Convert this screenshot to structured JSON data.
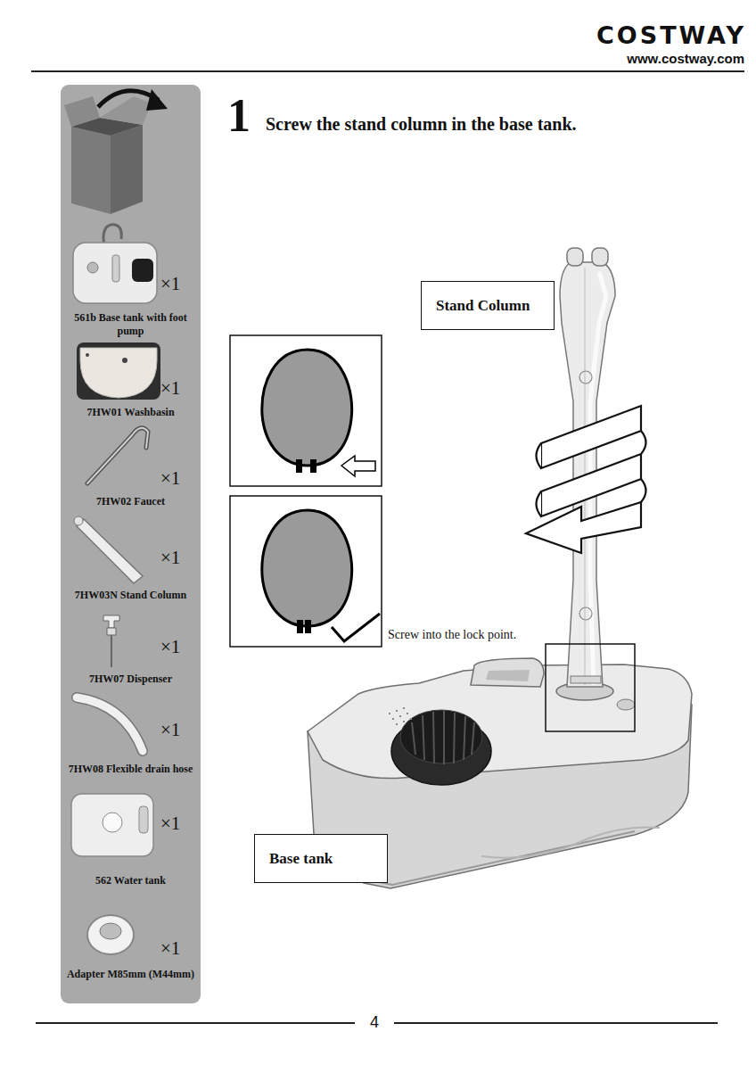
{
  "diagram": {
    "title": "Screw the stand column in the base tank.",
    "nodes": [
      {
        "text": [
          "×1",
          "561b Base tank with foot pump",
          "×1",
          "7HW01 Washbasin",
          "×1",
          "7HW02 Faucet",
          "×1",
          "7HW03N Stand Column",
          "×1",
          "7HW07 Dispenser",
          "×1",
          "7HW08 Flexible drain hose",
          "×1",
          "562 Water tank",
          "×1",
          "Adapter M85mm (M44mm)"
        ]
      },
      {
        "text": [
          "Stand Column"
        ]
      },
      {
        "text": [
          "Base tank"
        ]
      }
    ],
    "labels": [
      "COSTWAY",
      "www.costway.com",
      "1",
      "Screw into the lock point.",
      "4"
    ]
  }
}
